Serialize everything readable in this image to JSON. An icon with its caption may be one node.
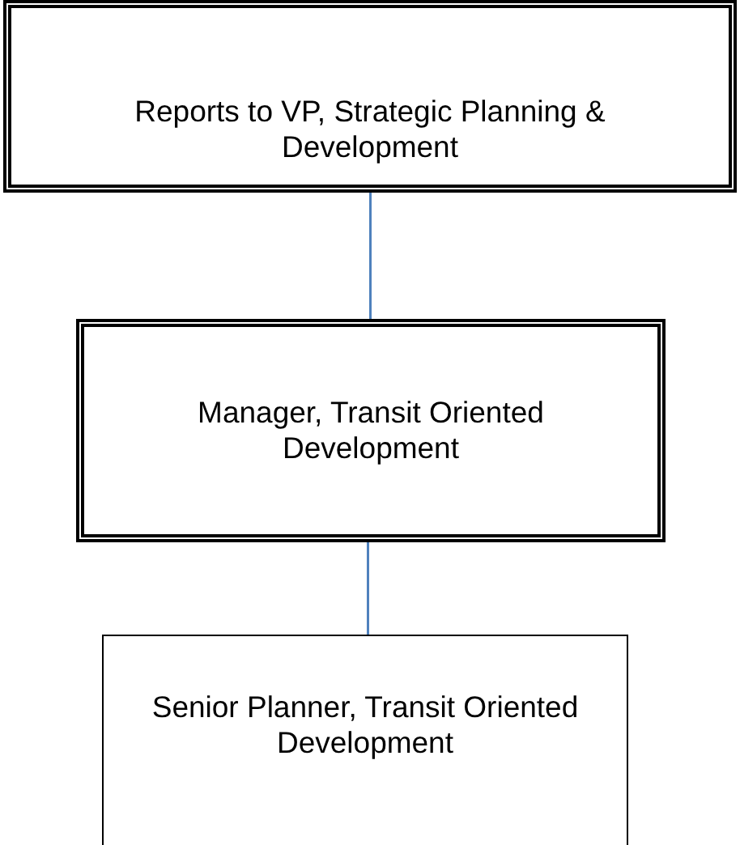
{
  "diagram": {
    "nodes": [
      {
        "text": [
          "Reports to VP, Strategic Planning & Development"
        ]
      },
      {
        "text": [
          "Manager, Transit Oriented Development"
        ]
      },
      {
        "text": [
          "Senior Planner, Transit Oriented Development"
        ]
      }
    ],
    "edges": [
      {
        "from": 0,
        "to": 1,
        "arrow": "none"
      },
      {
        "from": 1,
        "to": 2,
        "arrow": "none"
      }
    ]
  }
}
